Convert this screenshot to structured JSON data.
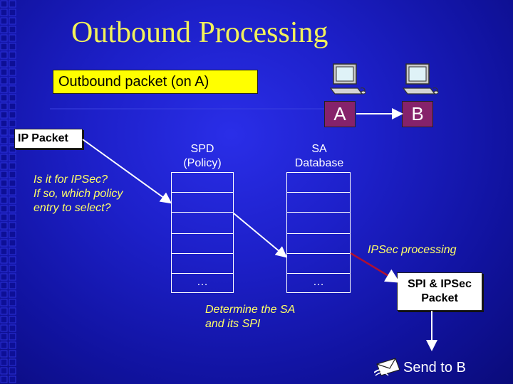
{
  "title": "Outbound Processing",
  "subtitle": "Outbound packet (on A)",
  "hosts": {
    "a": "A",
    "b": "B"
  },
  "ip_packet": "IP Packet",
  "question": [
    "Is it for IPSec?",
    "If so, which policy",
    "entry to select?"
  ],
  "spd": {
    "label_line1": "SPD",
    "label_line2": "(Policy)",
    "ellipsis": "…"
  },
  "sa": {
    "label_line1": "SA",
    "label_line2": "Database",
    "ellipsis": "…"
  },
  "ipsec_processing": "IPSec processing",
  "determine_sa": [
    "Determine the SA",
    "and its SPI"
  ],
  "spi_packet": {
    "line1": "SPI & IPSec",
    "line2": "Packet"
  },
  "send_to": "Send to B",
  "icons": {
    "computer": "computer-icon",
    "envelope": "envelope-icon"
  },
  "colors": {
    "title": "#f2f25a",
    "subtitle_bg": "#ffff00",
    "host_bg": "#86226b",
    "note_text": "#ffff66",
    "arrow": "#b01030"
  }
}
